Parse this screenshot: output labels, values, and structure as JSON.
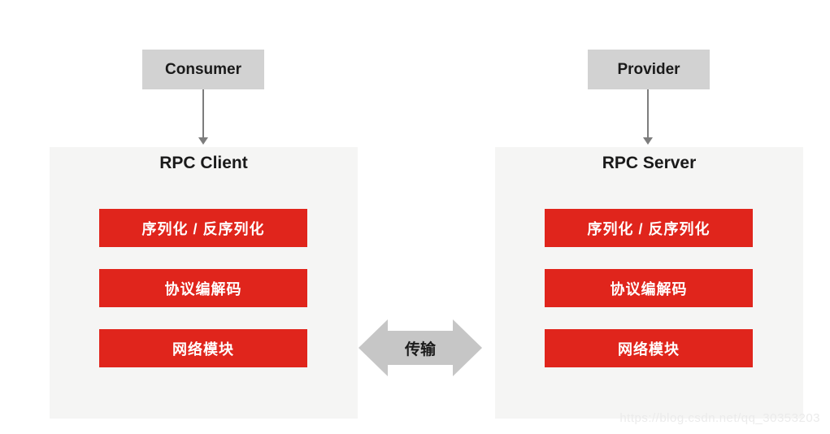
{
  "diagram": {
    "consumer_label": "Consumer",
    "provider_label": "Provider",
    "client": {
      "title": "RPC Client",
      "modules": [
        "序列化 / 反序列化",
        "协议编解码",
        "网络模块"
      ]
    },
    "server": {
      "title": "RPC Server",
      "modules": [
        "序列化 / 反序列化",
        "协议编解码",
        "网络模块"
      ]
    },
    "transport_label": "传输",
    "watermark": "https://blog.csdn.net/qq_30353203",
    "colors": {
      "module_red": "#e0251c",
      "panel_bg": "#f5f5f4",
      "endpoint_bg": "#d2d2d2",
      "arrow_gray": "#c6c6c6"
    }
  }
}
